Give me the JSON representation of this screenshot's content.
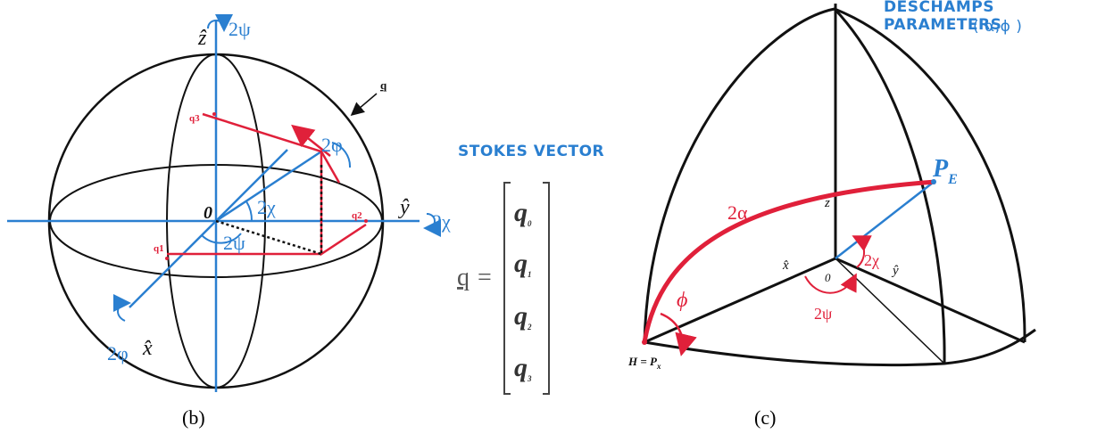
{
  "panel_b": {
    "caption": "(b)",
    "axis_labels": {
      "z": "ẑ",
      "y": "ŷ",
      "x": "x̂"
    },
    "rotations": {
      "z": "2ψ",
      "y": "2χ",
      "x": "2φ"
    },
    "vector_label": "q",
    "component_labels": {
      "q3": "q3",
      "q2": "q2",
      "q1": "q1"
    },
    "origin": "0",
    "angles": {
      "chi": "2χ",
      "psi": "2ψ",
      "phi": "2φ"
    }
  },
  "stokes": {
    "title": "STOKES VECTOR",
    "lhs": "q",
    "equals": "=",
    "components": [
      {
        "base": "q",
        "sub": "0"
      },
      {
        "base": "q",
        "sub": "1"
      },
      {
        "base": "q",
        "sub": "2"
      },
      {
        "base": "q",
        "sub": "3"
      }
    ]
  },
  "panel_c": {
    "caption": "(c)",
    "title_line1": "DESCHAMPS PARAMETERS",
    "title_line2": "( α,ϕ )",
    "point_label": "P",
    "point_sub": "E",
    "alpha": "2α",
    "phi": "ϕ",
    "chi": "2χ",
    "psi": "2ψ",
    "z_label": "z",
    "x_label": "x̂",
    "y_label": "ŷ",
    "origin": "0",
    "h_label": "H = P",
    "h_sub": "x"
  },
  "colors": {
    "blue": "#2a7fd0",
    "red": "#e0203a",
    "black": "#111111"
  }
}
